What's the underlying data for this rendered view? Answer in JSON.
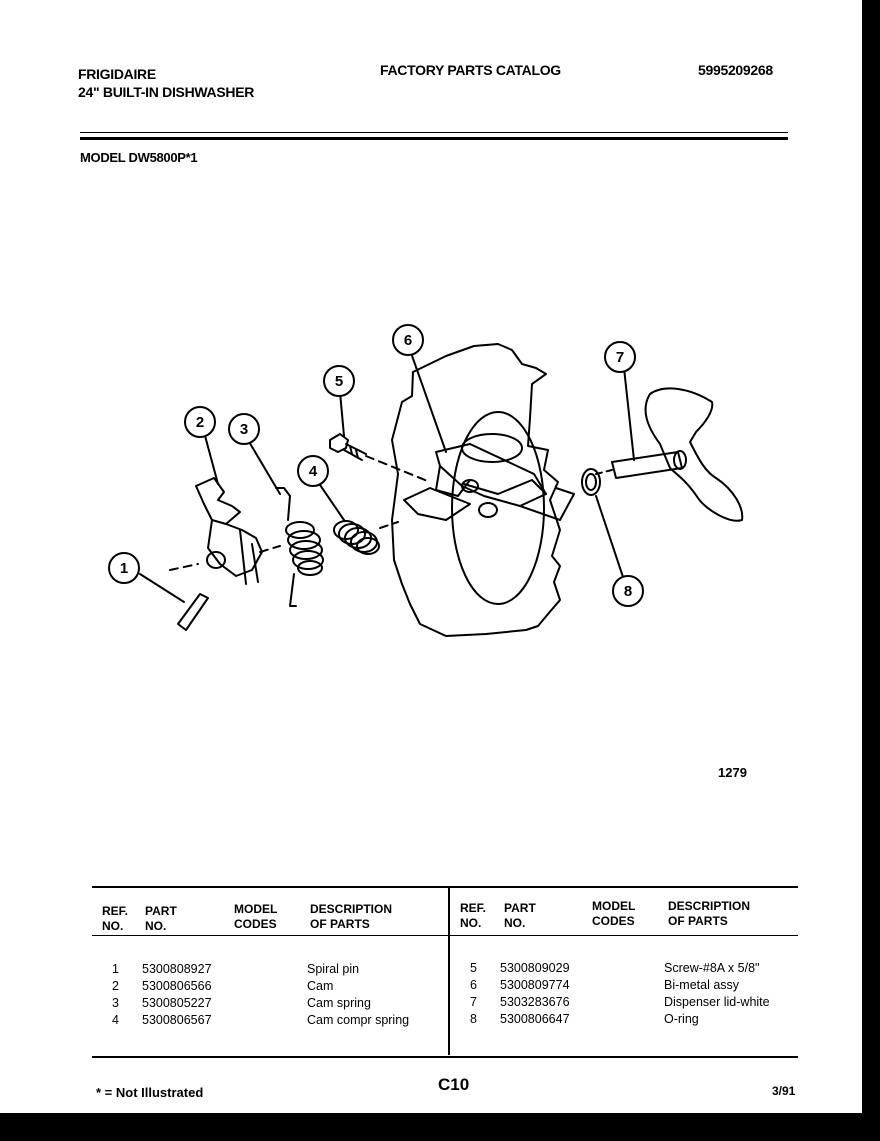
{
  "header": {
    "brand": "FRIGIDAIRE",
    "product": "24\" BUILT-IN DISHWASHER",
    "catalog_title": "FACTORY PARTS CATALOG",
    "catalog_number": "5995209268",
    "model": "MODEL DW5800P*1"
  },
  "diagram": {
    "figure_number": "1279",
    "callouts": [
      "1",
      "2",
      "3",
      "4",
      "5",
      "6",
      "7",
      "8"
    ]
  },
  "parts_table": {
    "col_ref": [
      "REF.",
      "NO."
    ],
    "col_part": [
      "PART",
      "NO."
    ],
    "col_model": [
      "MODEL",
      "CODES"
    ],
    "col_desc": [
      "DESCRIPTION",
      "OF PARTS"
    ],
    "left_rows": [
      {
        "ref": "1",
        "part": "5300808927",
        "desc": "Spiral pin"
      },
      {
        "ref": "2",
        "part": "5300806566",
        "desc": "Cam"
      },
      {
        "ref": "3",
        "part": "5300805227",
        "desc": "Cam spring"
      },
      {
        "ref": "4",
        "part": "5300806567",
        "desc": "Cam compr spring"
      }
    ],
    "right_rows": [
      {
        "ref": "5",
        "part": "5300809029",
        "desc": "Screw-#8A x 5/8\""
      },
      {
        "ref": "6",
        "part": "5300809774",
        "desc": "Bi-metal assy"
      },
      {
        "ref": "7",
        "part": "5303283676",
        "desc": "Dispenser lid-white"
      },
      {
        "ref": "8",
        "part": "5300806647",
        "desc": "O-ring"
      }
    ]
  },
  "footer": {
    "note": "* = Not Illustrated",
    "page_code": "C10",
    "date": "3/91"
  }
}
